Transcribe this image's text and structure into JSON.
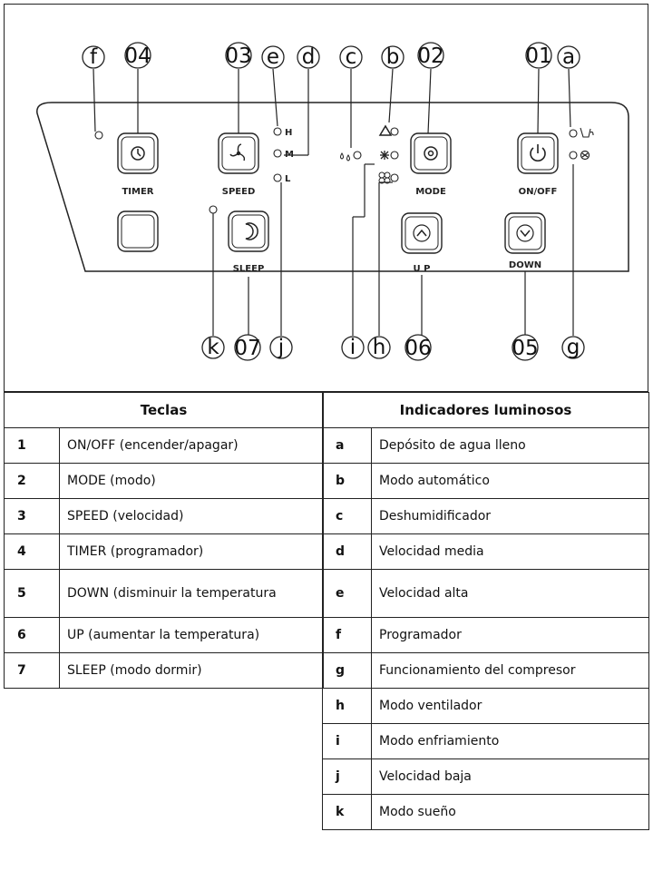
{
  "panel": {
    "buttons": {
      "timer": "TIMER",
      "speed": "SPEED",
      "mode": "MODE",
      "onoff": "ON/OFF",
      "sleep": "SLEEP",
      "up": "U P",
      "down": "DOWN"
    },
    "speed_levels": {
      "high": "H",
      "medium": "M",
      "low": "L"
    },
    "callouts": {
      "top": [
        "f",
        "04",
        "03",
        "e",
        "d",
        "c",
        "b",
        "02",
        "01",
        "a"
      ],
      "bottom": [
        "k",
        "07",
        "j",
        "i",
        "h",
        "06",
        "05",
        "g"
      ]
    }
  },
  "keys_table": {
    "header": "Teclas",
    "rows": [
      {
        "code": "1",
        "text": "ON/OFF (encender/apagar)"
      },
      {
        "code": "2",
        "text": "MODE (modo)"
      },
      {
        "code": "3",
        "text": "SPEED (velocidad)"
      },
      {
        "code": "4",
        "text": "TIMER (programador)"
      },
      {
        "code": "5",
        "text": "DOWN (disminuir la temperatura"
      },
      {
        "code": "6",
        "text": "UP (aumentar la temperatura)"
      },
      {
        "code": "7",
        "text": "SLEEP (modo dormir)"
      }
    ]
  },
  "indicators_table": {
    "header": "Indicadores luminosos",
    "rows": [
      {
        "code": "a",
        "text": "Depósito de agua lleno"
      },
      {
        "code": "b",
        "text": "Modo automático"
      },
      {
        "code": "c",
        "text": "Deshumidificador"
      },
      {
        "code": "d",
        "text": "Velocidad media"
      },
      {
        "code": "e",
        "text": "Velocidad alta"
      },
      {
        "code": "f",
        "text": "Programador"
      },
      {
        "code": "g",
        "text": "Funcionamiento del compresor"
      },
      {
        "code": "h",
        "text": "Modo ventilador"
      },
      {
        "code": "i",
        "text": "Modo enfriamiento"
      },
      {
        "code": "j",
        "text": "Velocidad baja"
      },
      {
        "code": "k",
        "text": "Modo sueño"
      }
    ]
  }
}
